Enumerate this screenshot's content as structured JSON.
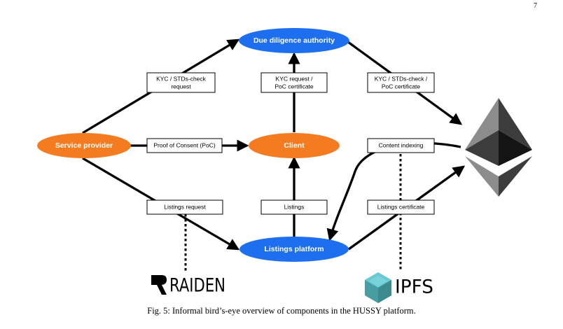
{
  "page_number": "7",
  "caption": "Fig. 5: Informal bird’s-eye overview of components in the HUSSY platform.",
  "colors": {
    "orange": "#f47b20",
    "blue": "#1e6ff0",
    "arrow": "#000000",
    "eth_dark": "#3c3c3d",
    "eth_mid": "#8c8c8c",
    "ipfs_teal": "#469ea2",
    "ipfs_light": "#6acad1"
  },
  "nodes": {
    "due_diligence": "Due diligence authority",
    "service_provider": "Service provider",
    "client": "Client",
    "listings_platform": "Listings platform"
  },
  "labels": {
    "kyc_std_request": [
      "KYC / STDs-check",
      "request"
    ],
    "kyc_poc": [
      "KYC request /",
      "PoC certificate"
    ],
    "kyc_std_poc": [
      "KYC / STDs-check /",
      "PoC certificate"
    ],
    "proof_of_consent": "Proof of Consent (PoC)",
    "content_indexing": "Content indexing",
    "listings_request": "Listings request",
    "listings": "Listings",
    "listings_certificate": "Listings certificate"
  },
  "logos": {
    "raiden": "RAIDEN",
    "ipfs": "IPFS",
    "ethereum_icon": "ethereum-icon"
  }
}
